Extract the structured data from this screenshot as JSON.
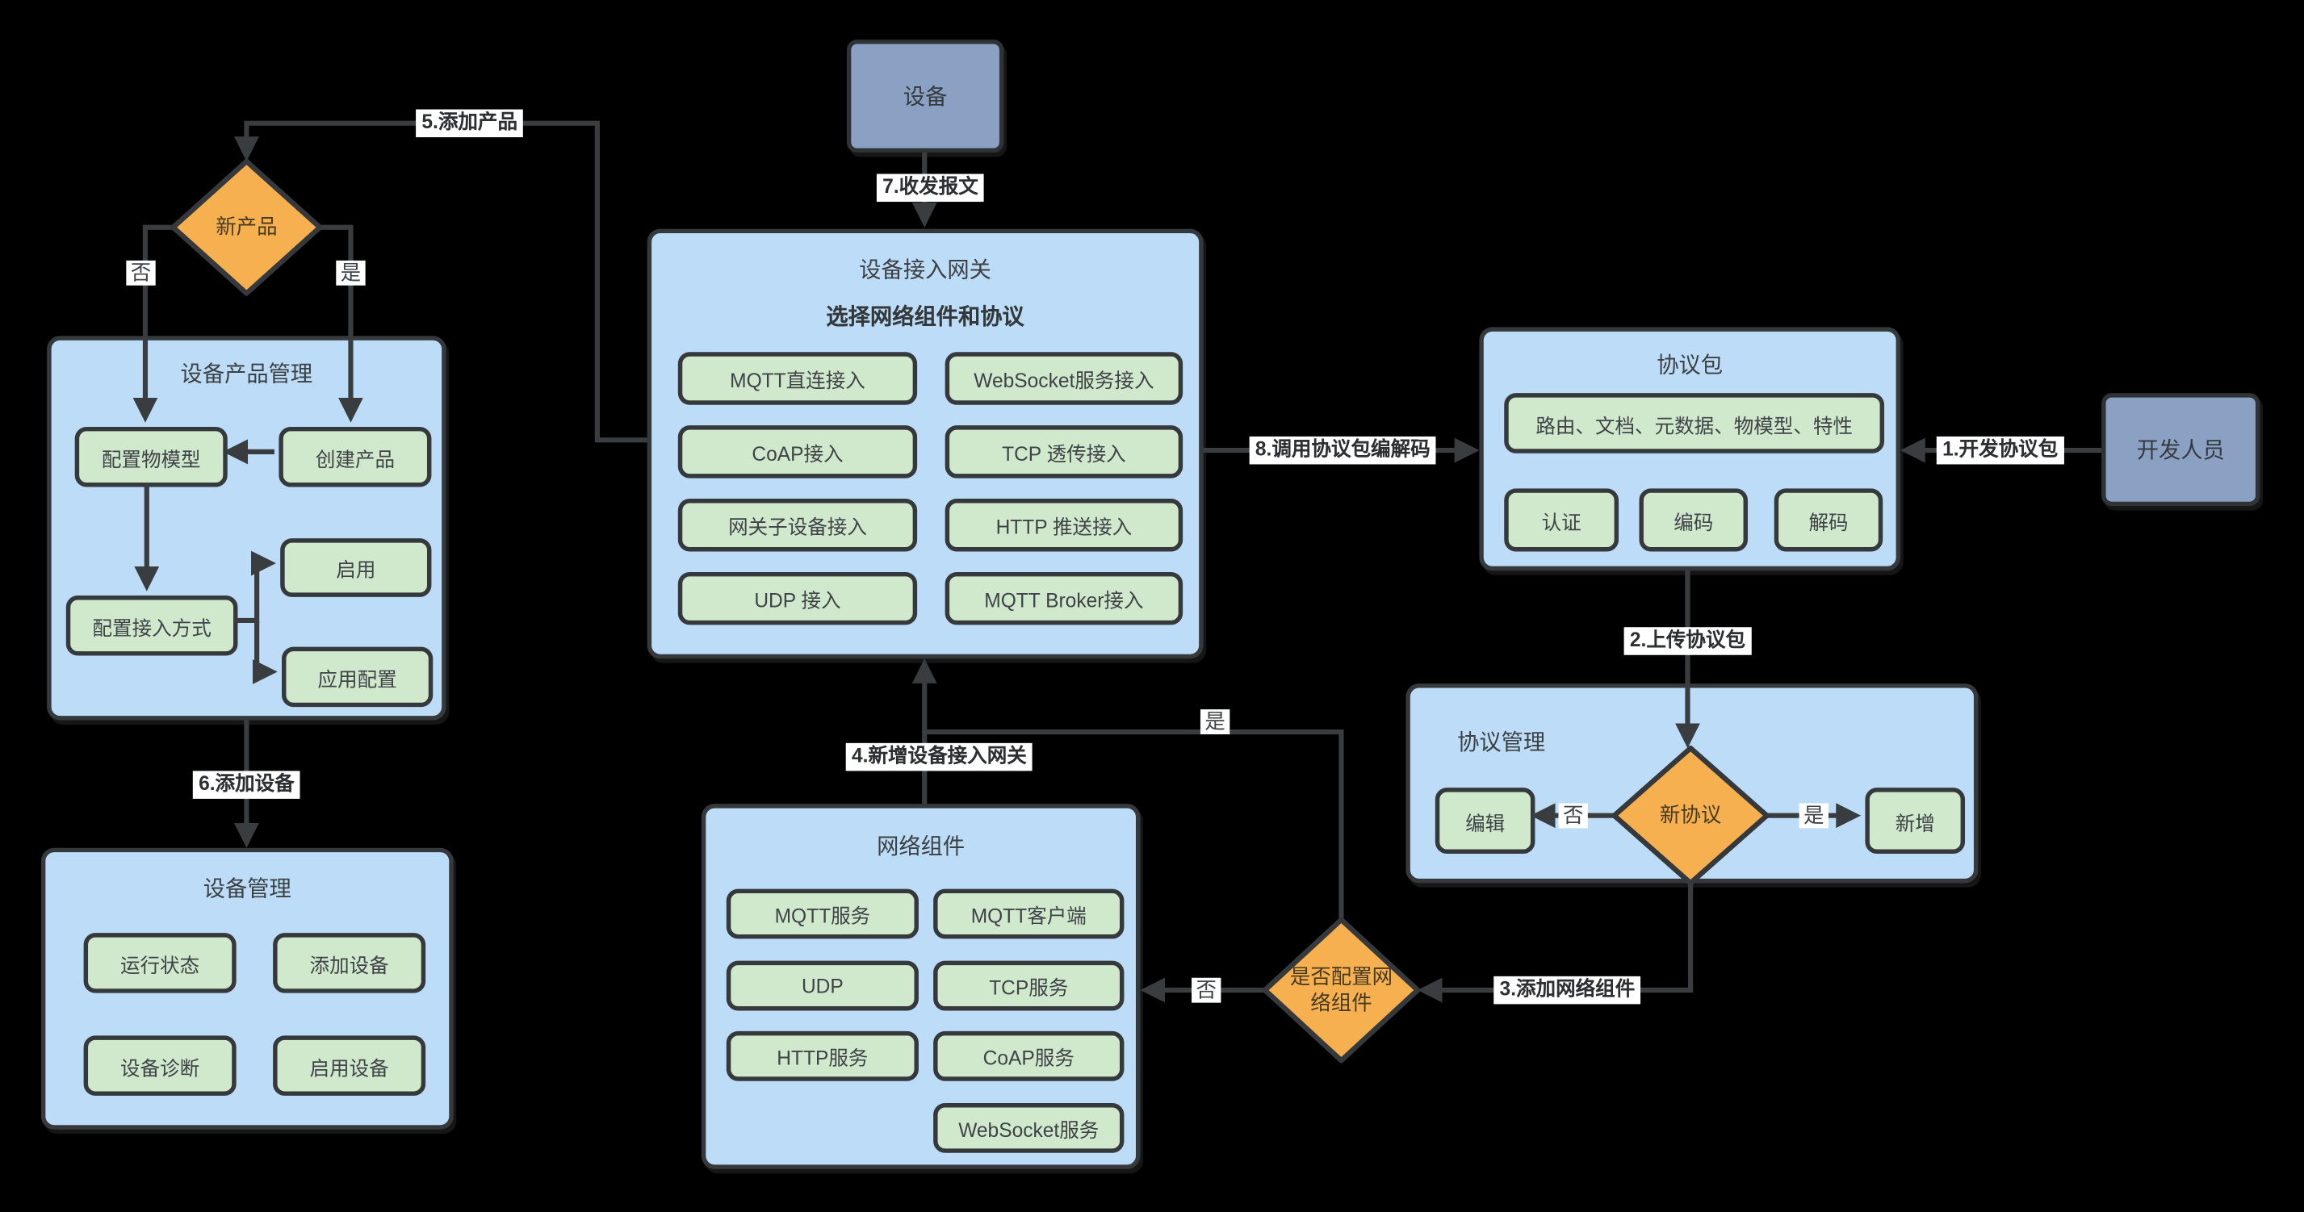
{
  "diagram": {
    "colors": {
      "background": "#000000",
      "container_fill": "#bddcf7",
      "button_fill": "#d0e9cc",
      "decision_fill": "#f7b04f",
      "actor_fill": "#8ba1c3",
      "border": "#36393c",
      "line": "#3a3d40",
      "label_background": "#ffffff"
    },
    "nodes": {
      "device": "设备",
      "developer": "开发人员",
      "gateway": {
        "title": "设备接入网关",
        "subtitle": "选择网络组件和协议",
        "buttons": [
          "MQTT直连接入",
          "WebSocket服务接入",
          "CoAP接入",
          "TCP 透传接入",
          "网关子设备接入",
          "HTTP 推送接入",
          "UDP 接入",
          "MQTT Broker接入"
        ]
      },
      "new_product": "新产品",
      "product_mgmt": {
        "title": "设备产品管理",
        "config_model": "配置物模型",
        "create_product": "创建产品",
        "config_access": "配置接入方式",
        "enable": "启用",
        "app_config": "应用配置"
      },
      "device_mgmt": {
        "title": "设备管理",
        "buttons": [
          "运行状态",
          "添加设备",
          "设备诊断",
          "启用设备"
        ]
      },
      "protocol_pkg": {
        "title": "协议包",
        "features": "路由、文档、元数据、物模型、特性",
        "auth": "认证",
        "encode": "编码",
        "decode": "解码"
      },
      "protocol_mgmt": {
        "title": "协议管理",
        "edit": "编辑",
        "decision": "新协议",
        "add": "新增"
      },
      "network": {
        "title": "网络组件",
        "buttons": [
          "MQTT服务",
          "MQTT客户端",
          "UDP",
          "TCP服务",
          "HTTP服务",
          "CoAP服务",
          "WebSocket服务"
        ]
      },
      "config_net": "是否配置网络组件"
    },
    "labels": {
      "step1": "1.开发协议包",
      "step2": "2.上传协议包",
      "step3": "3.添加网络组件",
      "step4": "4.新增设备接入网关",
      "step5": "5.添加产品",
      "step6": "6.添加设备",
      "step7": "7.收发报文",
      "step8": "8.调用协议包编解码",
      "yes": "是",
      "no": "否"
    }
  }
}
